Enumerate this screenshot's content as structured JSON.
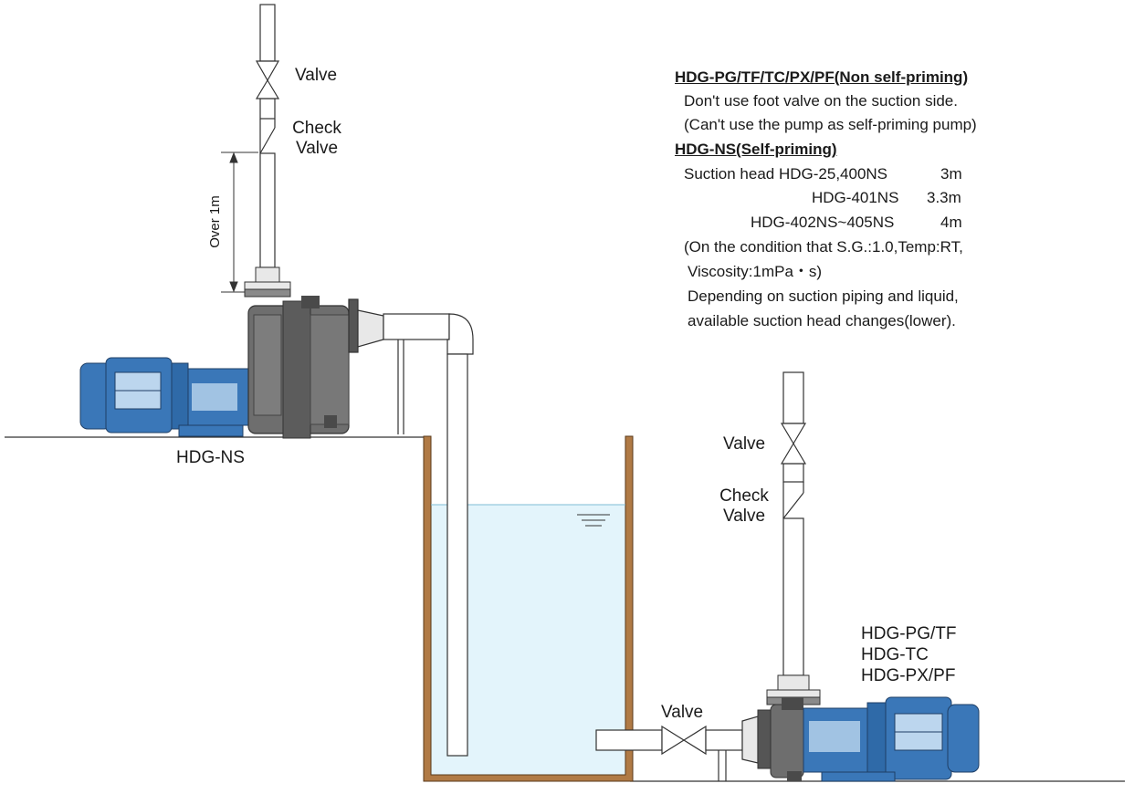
{
  "labels": {
    "top_valve": "Valve",
    "top_check_valve": [
      "Check",
      "Valve"
    ],
    "dimension": "Over 1m",
    "pump_left": "HDG-NS",
    "right_valve": "Valve",
    "right_check_valve": [
      "Check",
      "Valve"
    ],
    "bottom_valve": "Valve",
    "pump_right_models": [
      "HDG-PG/TF",
      "HDG-TC",
      "HDG-PX/PF"
    ]
  },
  "notes": {
    "non_self_priming_title": "HDG-PG/TF/TC/PX/PF(Non self-priming)",
    "non_self_priming_lines": [
      "Don't use foot valve on the suction side.",
      "(Can't use the pump as self-priming pump)"
    ],
    "self_priming_title": "HDG-NS(Self-priming)",
    "suction_head_rows": [
      {
        "label": "Suction head HDG-25,400NS",
        "value": "3m"
      },
      {
        "label": "HDG-401NS",
        "value": "3.3m"
      },
      {
        "label": "HDG-402NS~405NS",
        "value": "4m"
      }
    ],
    "condition_lines": [
      "(On the condition that S.G.:1.0,Temp:RT,",
      "Viscosity:1mPa・s)",
      "Depending on suction piping and liquid,",
      "available suction head changes(lower)."
    ]
  },
  "colors": {
    "motor_blue": "#3a77b8",
    "motor_light": "#bcd6ee",
    "pump_gray": "#6e6e6e",
    "pump_dark": "#4a4a4a",
    "tank_brown": "#b07a45",
    "water": "#e3f4fb",
    "pipe_fill": "#ffffff",
    "line": "#333333"
  },
  "icons": [
    "valve-icon",
    "check-valve-icon",
    "motor-icon",
    "pump-casing-icon",
    "water-level-icon"
  ]
}
